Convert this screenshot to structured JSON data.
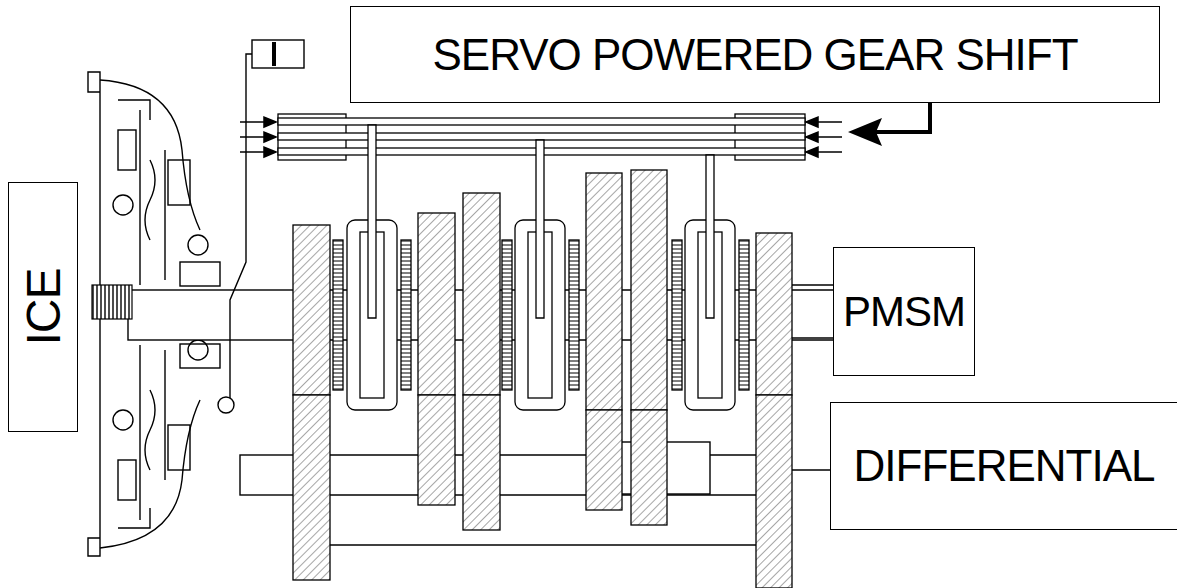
{
  "diagram": {
    "nodes": [
      {
        "text": [
          "SERVO POWERED GEAR SHIFT"
        ]
      },
      {
        "text": [
          "ICE"
        ]
      },
      {
        "text": [
          "PMSM"
        ]
      },
      {
        "text": [
          "DIFFERENTIAL"
        ]
      }
    ]
  }
}
